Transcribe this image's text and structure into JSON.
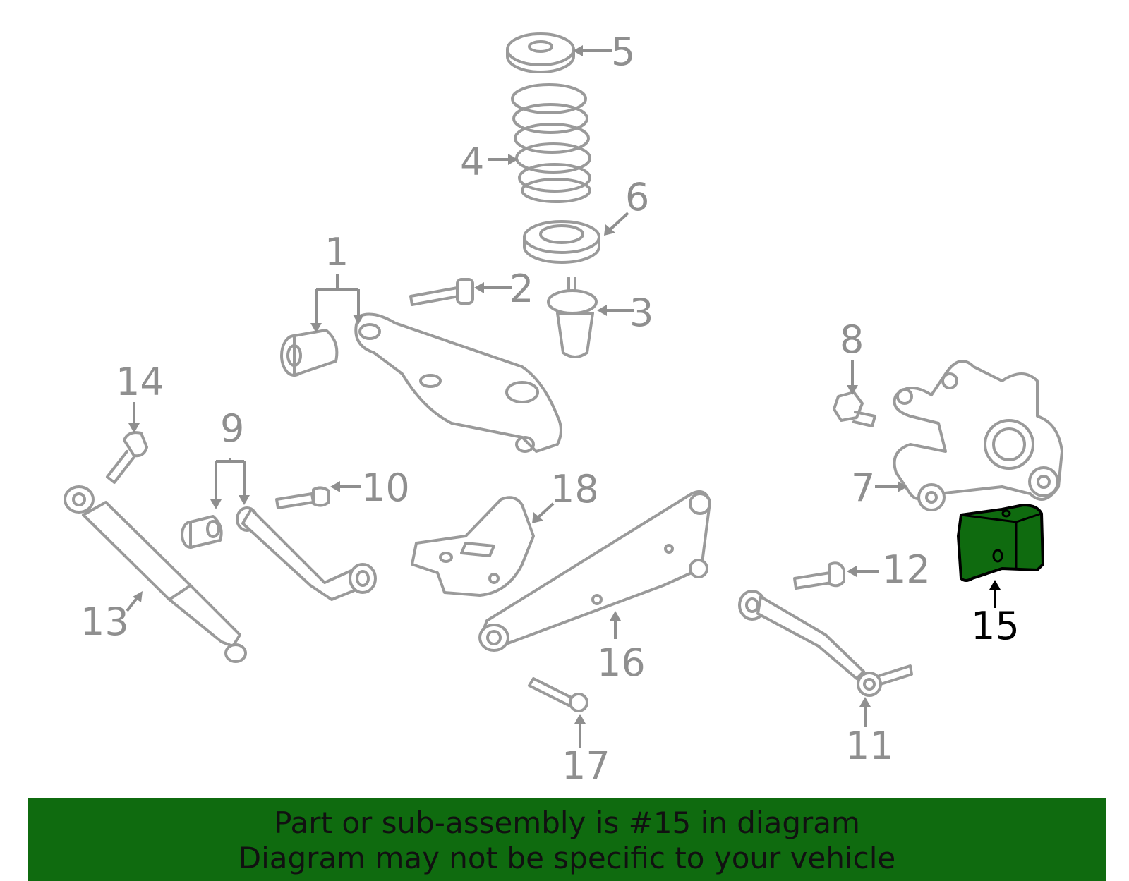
{
  "callouts": {
    "c1": "1",
    "c2": "2",
    "c3": "3",
    "c4": "4",
    "c5": "5",
    "c6": "6",
    "c7": "7",
    "c8": "8",
    "c9": "9",
    "c10": "10",
    "c11": "11",
    "c12": "12",
    "c13": "13",
    "c14": "14",
    "c15": "15",
    "c16": "16",
    "c17": "17",
    "c18": "18"
  },
  "highlighted_part": "15",
  "colors": {
    "part_line": "#9a9a9a",
    "highlight_fill": "#0f6b0f",
    "banner_bg": "#0f6b0f",
    "banner_text": "#111111"
  },
  "banner": {
    "line1": "Part or sub-assembly is #15 in diagram",
    "line2": "Diagram may not be specific to your vehicle"
  }
}
